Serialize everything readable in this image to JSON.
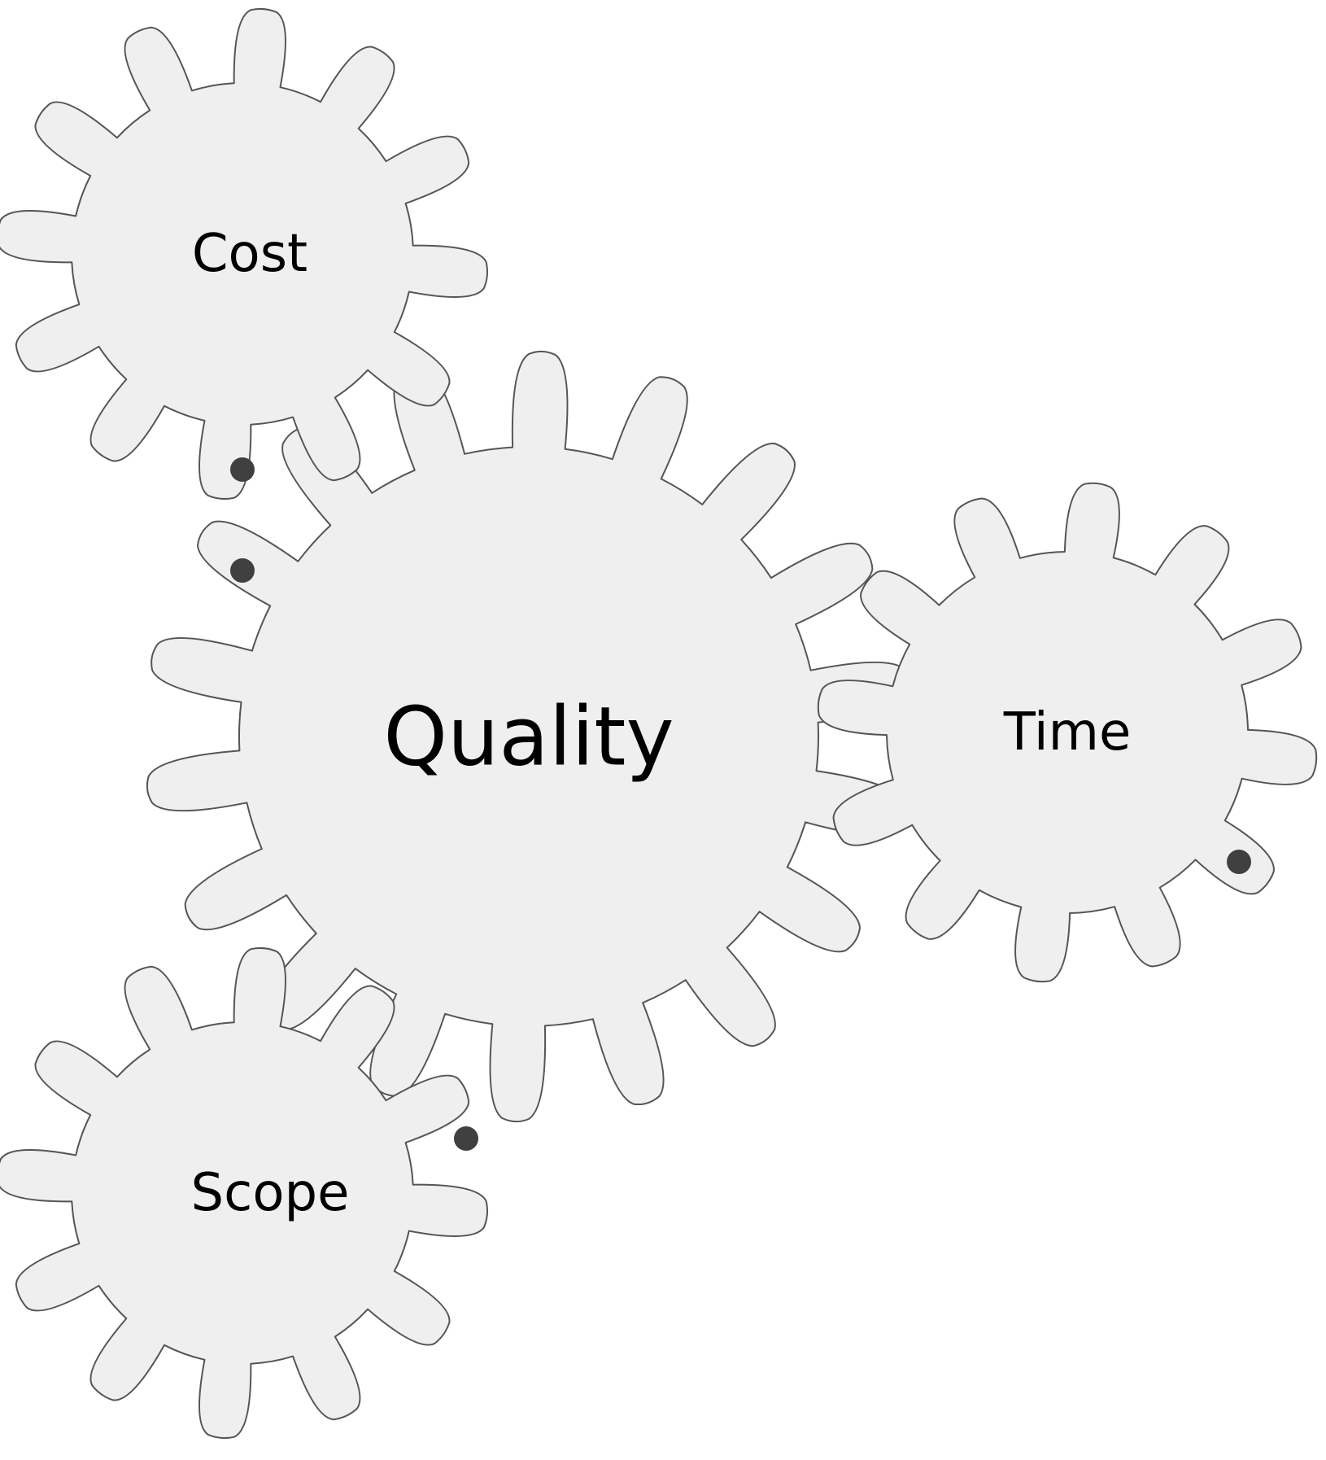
{
  "diagram": {
    "gears": [
      {
        "id": "cost",
        "label": "Cost",
        "teeth": 12
      },
      {
        "id": "quality",
        "label": "Quality",
        "teeth": 18
      },
      {
        "id": "time",
        "label": "Time",
        "teeth": 12
      },
      {
        "id": "scope",
        "label": "Scope",
        "teeth": 12
      }
    ],
    "colors": {
      "gear_fill": "#efefef",
      "gear_stroke": "#555555",
      "marker": "#404040",
      "text": "#000000"
    }
  }
}
